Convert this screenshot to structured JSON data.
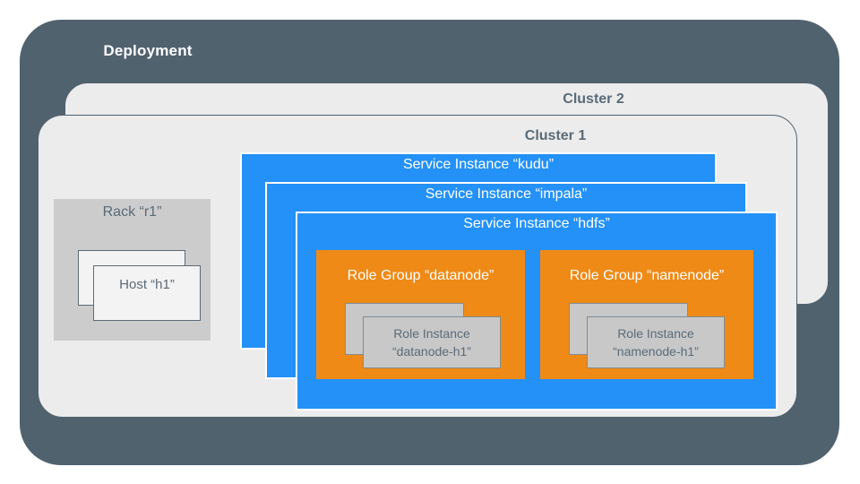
{
  "diagram": {
    "title": "Deployment",
    "colors": {
      "deployment_bg": "#51626f",
      "cluster_bg": "#ececec",
      "cluster_border": "#51626f",
      "service_blue": "#2391f7",
      "role_group_orange": "#ef8a16",
      "rack_gray": "#cccccc",
      "role_instance_gray": "#c8c8c8",
      "host_card": "#f3f3f3",
      "label_slate": "#5a6b78",
      "label_white": "#ffffff"
    }
  },
  "clusters": [
    {
      "label": "Cluster 2"
    },
    {
      "label": "Cluster 1"
    }
  ],
  "rack": {
    "label": "Rack “r1”",
    "hosts": [
      {
        "label": ""
      },
      {
        "label": "Host “h1”"
      }
    ]
  },
  "service_instances": [
    {
      "label": "Service Instance “kudu”"
    },
    {
      "label": "Service Instance “impala”"
    },
    {
      "label": "Service Instance “hdfs”"
    }
  ],
  "role_groups": [
    {
      "label": "Role Group “datanode”",
      "role_instances": [
        {
          "line1": "",
          "line2": ""
        },
        {
          "line1": "Role Instance",
          "line2": "“datanode-h1”"
        }
      ]
    },
    {
      "label": "Role Group “namenode”",
      "role_instances": [
        {
          "line1": "",
          "line2": ""
        },
        {
          "line1": "Role Instance",
          "line2": "“namenode-h1”"
        }
      ]
    }
  ]
}
